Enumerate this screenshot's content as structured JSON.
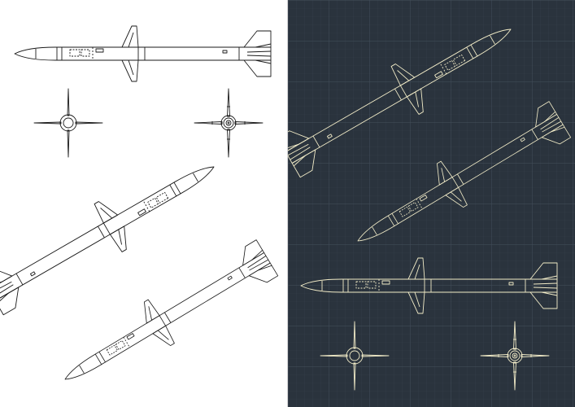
{
  "colors": {
    "light_background": "#ffffff",
    "light_stroke": "#1a1a1a",
    "dark_background": "#2a333d",
    "dark_grid": "#3a4550",
    "dark_stroke": "#f2ecc8"
  },
  "drawings": {
    "left_sheet": [
      "missile-side-view",
      "missile-front-view",
      "missile-rear-view",
      "missile-isometric-view",
      "missile-isometric-view"
    ],
    "right_sheet": [
      "missile-isometric-view",
      "missile-isometric-view",
      "missile-side-view",
      "missile-front-view",
      "missile-rear-view"
    ]
  }
}
